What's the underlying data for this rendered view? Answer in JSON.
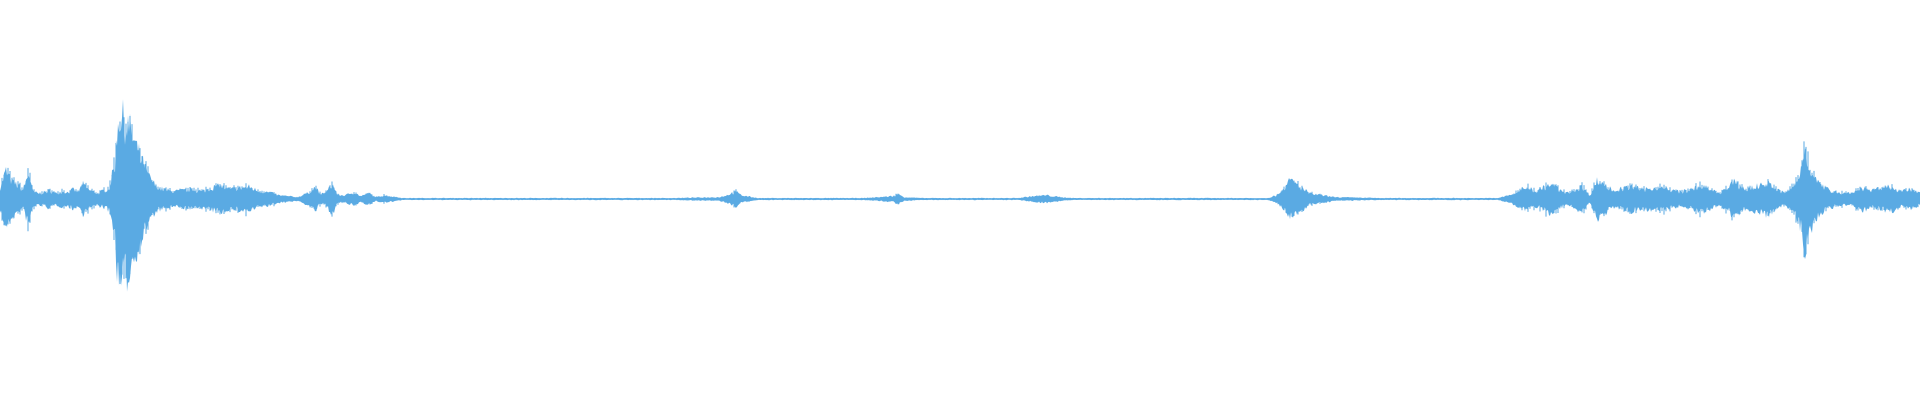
{
  "theme": {
    "background": "#ffffff",
    "wave_color": "#5aaae3"
  },
  "chart_data": {
    "type": "area",
    "title": "",
    "xlabel": "",
    "ylabel": "",
    "grid": false,
    "ylim": [
      -1,
      1
    ],
    "xlim": [
      0,
      100
    ],
    "series": [
      {
        "x": [
          0,
          0.3,
          0.6,
          0.9,
          1.2,
          1.5,
          1.7,
          2.0,
          2.3,
          2.6,
          2.9,
          3.2,
          3.5,
          3.8,
          4.1,
          4.3,
          4.5,
          4.8,
          5.1,
          5.4,
          5.7,
          6.0,
          6.1,
          6.2,
          6.4,
          6.6,
          6.8,
          7.0,
          7.2,
          7.5,
          7.8,
          8.2,
          8.6,
          9.0,
          9.5,
          10.0,
          10.5,
          11.0,
          11.5,
          12.0,
          12.5,
          13.0,
          13.5,
          14.0,
          14.5,
          15.0,
          15.5,
          16.0,
          16.4,
          16.7,
          17.0,
          17.3,
          17.6,
          18.0,
          18.4,
          18.8,
          19.2,
          19.6,
          20.0,
          21.0,
          25.0,
          30.0,
          35.0,
          37.5,
          38.0,
          38.3,
          38.6,
          39.5,
          45.0,
          46.5,
          46.8,
          47.1,
          48.0,
          53.0,
          53.8,
          54.5,
          55.2,
          56.0,
          60.0,
          66.0,
          66.5,
          66.9,
          67.2,
          67.6,
          68.2,
          69.5,
          72.0,
          74.0,
          76.0,
          78.0,
          78.8,
          79.2,
          79.6,
          80.0,
          80.4,
          80.8,
          81.2,
          81.6,
          82.0,
          82.4,
          82.8,
          83.2,
          83.6,
          84.0,
          84.5,
          85.0,
          85.5,
          86.0,
          86.5,
          87.0,
          87.5,
          88.0,
          88.5,
          89.0,
          89.5,
          90.0,
          90.3,
          90.6,
          90.9,
          91.2,
          91.6,
          92.0,
          92.5,
          93.0,
          93.5,
          93.8,
          94.0,
          94.2,
          94.5,
          94.8,
          95.2,
          95.6,
          96.0,
          96.5,
          97.0,
          97.5,
          98.0,
          98.5,
          99.0,
          99.5,
          100
        ],
        "values": [
          0.12,
          0.3,
          0.2,
          0.15,
          0.1,
          0.28,
          0.08,
          0.06,
          0.07,
          0.09,
          0.06,
          0.08,
          0.07,
          0.1,
          0.08,
          0.16,
          0.12,
          0.08,
          0.06,
          0.09,
          0.12,
          0.4,
          0.75,
          0.9,
          0.85,
          0.82,
          0.72,
          0.6,
          0.5,
          0.35,
          0.22,
          0.12,
          0.1,
          0.08,
          0.09,
          0.1,
          0.08,
          0.12,
          0.14,
          0.1,
          0.12,
          0.13,
          0.08,
          0.07,
          0.04,
          0.03,
          0.02,
          0.06,
          0.12,
          0.05,
          0.07,
          0.16,
          0.04,
          0.04,
          0.07,
          0.03,
          0.06,
          0.02,
          0.04,
          0.01,
          0.01,
          0.01,
          0.01,
          0.02,
          0.05,
          0.08,
          0.04,
          0.01,
          0.01,
          0.03,
          0.05,
          0.02,
          0.01,
          0.01,
          0.03,
          0.04,
          0.02,
          0.01,
          0.01,
          0.01,
          0.04,
          0.12,
          0.2,
          0.15,
          0.06,
          0.02,
          0.01,
          0.01,
          0.01,
          0.01,
          0.05,
          0.1,
          0.12,
          0.08,
          0.12,
          0.15,
          0.1,
          0.06,
          0.1,
          0.13,
          0.04,
          0.2,
          0.15,
          0.09,
          0.11,
          0.13,
          0.1,
          0.11,
          0.12,
          0.09,
          0.08,
          0.09,
          0.14,
          0.11,
          0.06,
          0.12,
          0.18,
          0.14,
          0.1,
          0.12,
          0.14,
          0.18,
          0.1,
          0.06,
          0.16,
          0.3,
          0.55,
          0.4,
          0.22,
          0.15,
          0.1,
          0.08,
          0.06,
          0.07,
          0.12,
          0.09,
          0.11,
          0.14,
          0.08,
          0.1,
          0.06
        ]
      }
    ]
  }
}
